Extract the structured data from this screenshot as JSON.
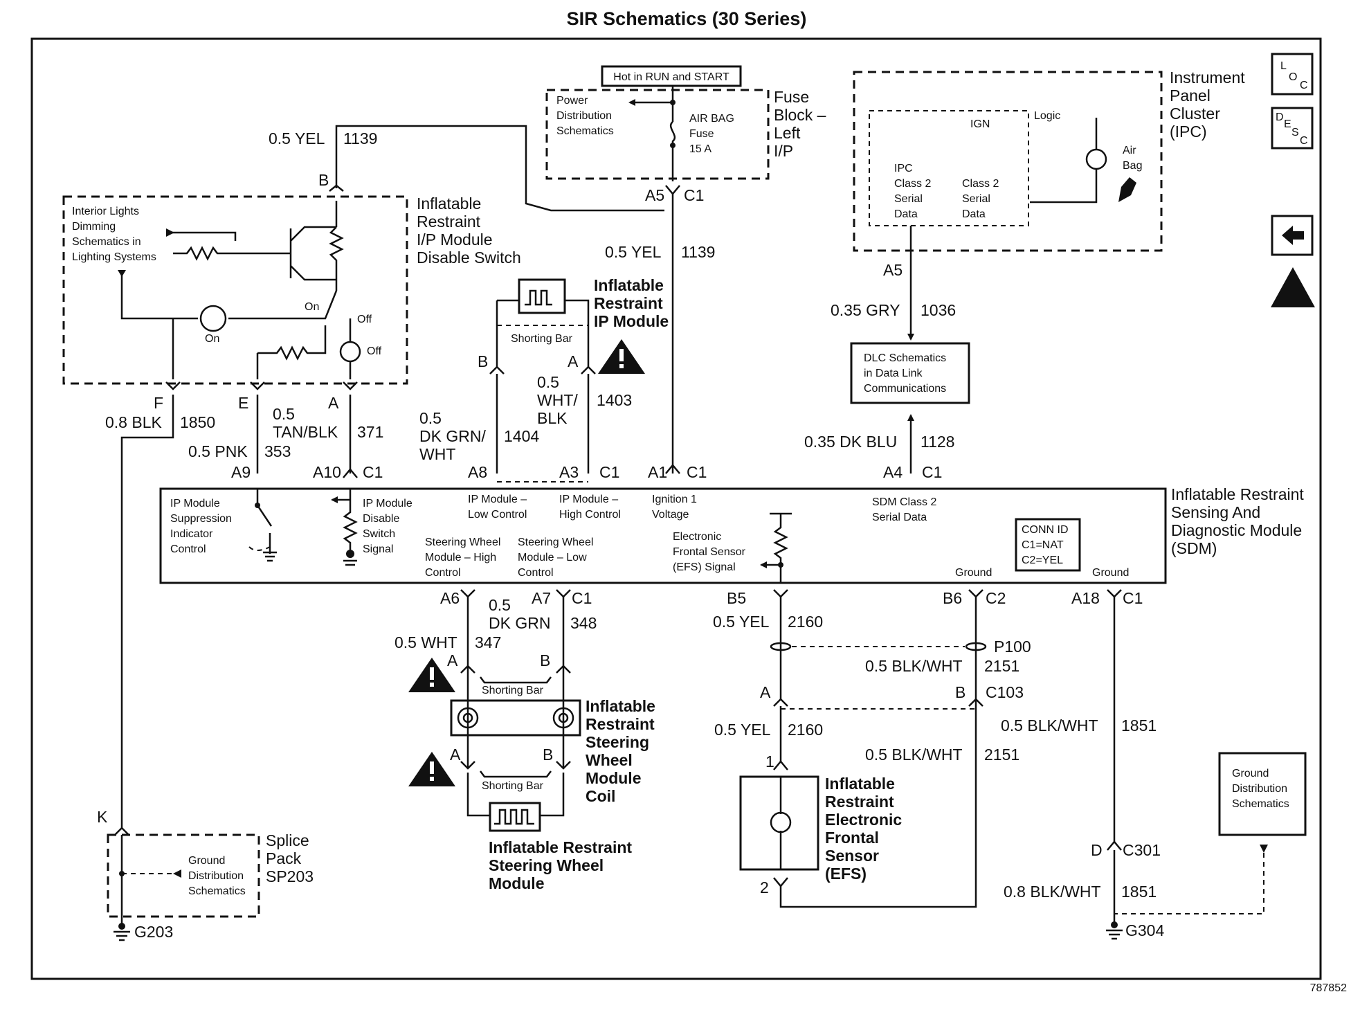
{
  "title": "SIR Schematics (30 Series)",
  "figure_id": "787852",
  "nav": {
    "loc": "LOC",
    "desc": "DESC"
  },
  "hot_label": "Hot in RUN and START",
  "pds": [
    "Power",
    "Distribution",
    "Schematics"
  ],
  "fuse": [
    "AIR BAG",
    "Fuse",
    "15 A"
  ],
  "fuse_block": [
    "Fuse",
    "Block –",
    "Left",
    "I/P"
  ],
  "ipc": {
    "title": [
      "Instrument",
      "Panel",
      "Cluster",
      "(IPC)"
    ],
    "ign": "IGN",
    "logic": "Logic",
    "ipc_data": [
      "IPC",
      "Class 2",
      "Serial",
      "Data"
    ],
    "class2": [
      "Class 2",
      "Serial",
      "Data"
    ],
    "airbag": [
      "Air",
      "Bag"
    ]
  },
  "dlc": [
    "DLC Schematics",
    "in Data Link",
    "Communications"
  ],
  "interior": [
    "Interior Lights",
    "Dimming",
    "Schematics in",
    "Lighting Systems"
  ],
  "disable_switch": [
    "Inflatable",
    "Restraint",
    "I/P Module",
    "Disable Switch"
  ],
  "ip_module": [
    "Inflatable",
    "Restraint",
    "IP Module"
  ],
  "shorting_bar": "Shorting Bar",
  "sdm": {
    "title": [
      "Inflatable Restraint",
      "Sensing And",
      "Diagnostic Module",
      "(SDM)"
    ],
    "suppression": [
      "IP Module",
      "Suppression",
      "Indicator",
      "Control"
    ],
    "disable_sig": [
      "IP Module",
      "Disable",
      "Switch",
      "Signal"
    ],
    "low": [
      "IP Module –",
      "Low Control"
    ],
    "high": [
      "IP Module –",
      "High Control"
    ],
    "ign": [
      "Ignition 1",
      "Voltage"
    ],
    "serial": [
      "SDM Class 2",
      "Serial Data"
    ],
    "sw_high": [
      "Steering Wheel",
      "Module – High",
      "Control"
    ],
    "sw_low": [
      "Steering Wheel",
      "Module – Low",
      "Control"
    ],
    "efs": [
      "Electronic",
      "Frontal Sensor",
      "(EFS) Signal"
    ],
    "ground": "Ground",
    "conn": [
      "CONN ID",
      "C1=NAT",
      "C2=YEL"
    ]
  },
  "coil": [
    "Inflatable",
    "Restraint",
    "Steering",
    "Wheel",
    "Module",
    "Coil"
  ],
  "sw_module": [
    "Inflatable Restraint",
    "Steering Wheel",
    "Module"
  ],
  "efs_label": [
    "Inflatable",
    "Restraint",
    "Electronic",
    "Frontal",
    "Sensor",
    "(EFS)"
  ],
  "splice": [
    "Splice",
    "Pack",
    "SP203"
  ],
  "gds": [
    "Ground",
    "Distribution",
    "Schematics"
  ],
  "switch_on": "On",
  "switch_off": "Off",
  "wires": {
    "w1139": "1139",
    "yel05": "0.5 YEL",
    "w1036": "1036",
    "gry035": "0.35 GRY",
    "w1128": "1128",
    "dkblu035": "0.35 DK BLU",
    "w1850": "1850",
    "blk08": "0.8 BLK",
    "w353": "353",
    "pnk05": "0.5 PNK",
    "w371": "371",
    "tanblk": [
      "0.5",
      "TAN/BLK"
    ],
    "w1404": "1404",
    "dkgrnwht": [
      "0.5",
      "DK GRN/",
      "WHT"
    ],
    "w1403": "1403",
    "whtblk": [
      "0.5",
      "WHT/",
      "BLK"
    ],
    "w347": "347",
    "wht05": "0.5 WHT",
    "w348": "348",
    "dkgrn": [
      "0.5",
      "DK GRN"
    ],
    "w2160": "2160",
    "w2151": "2151",
    "blkwht05": "0.5 BLK/WHT",
    "w1851": "1851",
    "blkwht08": "0.8 BLK/WHT"
  },
  "pins": {
    "B": "B",
    "A": "A",
    "F": "F",
    "E": "E",
    "K": "K",
    "D": "D",
    "one": "1",
    "two": "2",
    "A5": "A5",
    "A8": "A8",
    "A3": "A3",
    "A1": "A1",
    "A4": "A4",
    "A9": "A9",
    "A10": "A10",
    "A6": "A6",
    "A7": "A7",
    "B5": "B5",
    "B6": "B6",
    "A18": "A18",
    "C1": "C1",
    "C2": "C2",
    "C103": "C103",
    "C301": "C301",
    "P100": "P100",
    "G203": "G203",
    "G304": "G304"
  }
}
